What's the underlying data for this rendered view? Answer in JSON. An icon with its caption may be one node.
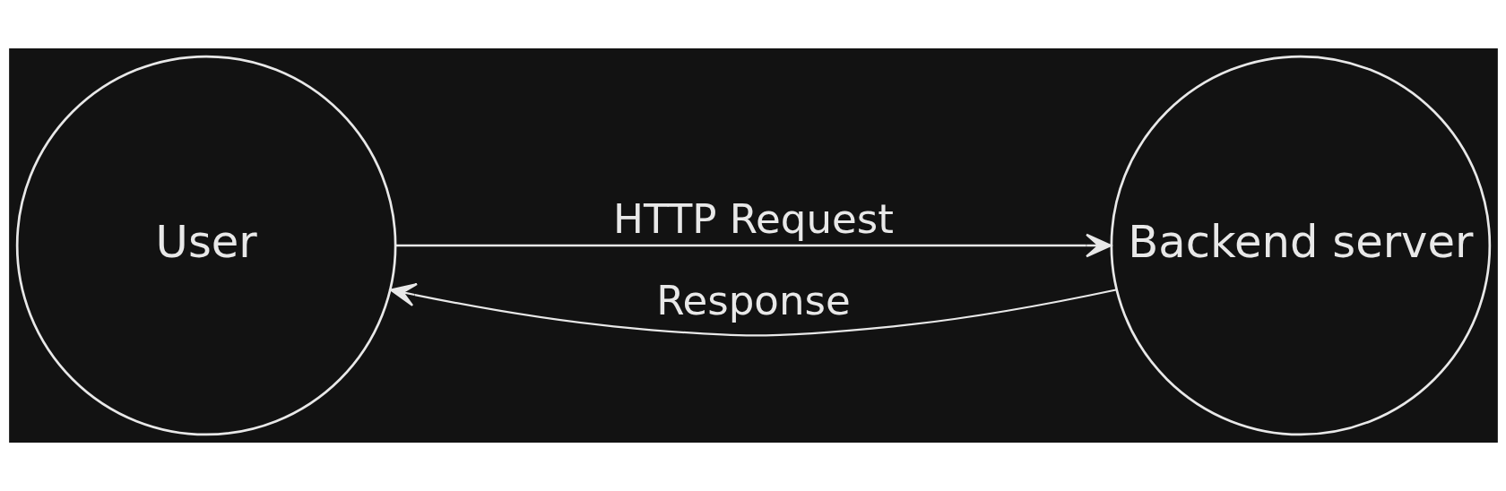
{
  "diagram": {
    "nodes": [
      {
        "text": [
          "User"
        ]
      },
      {
        "text": [
          "Backend server"
        ]
      }
    ],
    "edges": [
      {
        "from": 0,
        "to": 1,
        "arrow": "to",
        "label": "HTTP Request"
      },
      {
        "from": 1,
        "to": 0,
        "arrow": "to",
        "label": "Response"
      }
    ]
  }
}
